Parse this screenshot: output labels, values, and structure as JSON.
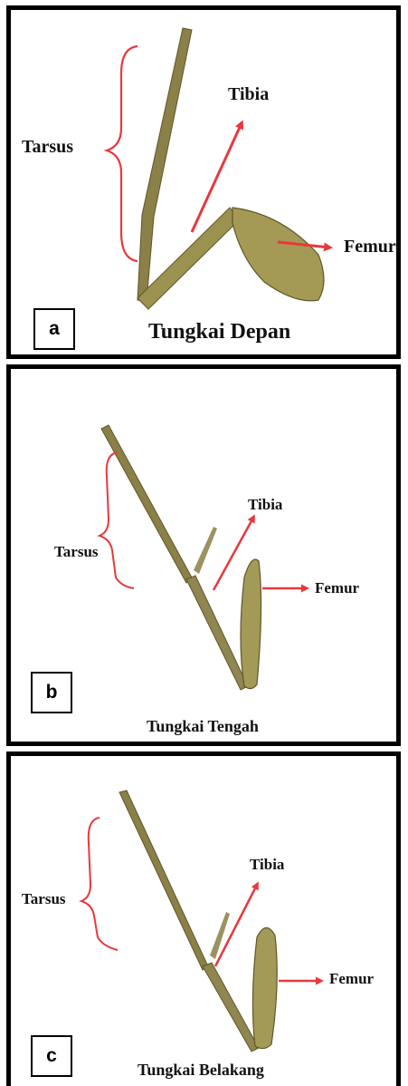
{
  "colors": {
    "arrow": "#e8383d",
    "brace": "#e8383d",
    "leg": "#8a8048",
    "leg_dark": "#5f5628",
    "border": "#000000"
  },
  "panels": [
    {
      "letter": "a",
      "caption": "Tungkai Depan",
      "tarsus": "Tarsus",
      "tibia": "Tibia",
      "femur": "Femur"
    },
    {
      "letter": "b",
      "caption": "Tungkai Tengah",
      "tarsus": "Tarsus",
      "tibia": "Tibia",
      "femur": "Femur"
    },
    {
      "letter": "c",
      "caption": "Tungkai Belakang",
      "tarsus": "Tarsus",
      "tibia": "Tibia",
      "femur": "Femur"
    }
  ]
}
